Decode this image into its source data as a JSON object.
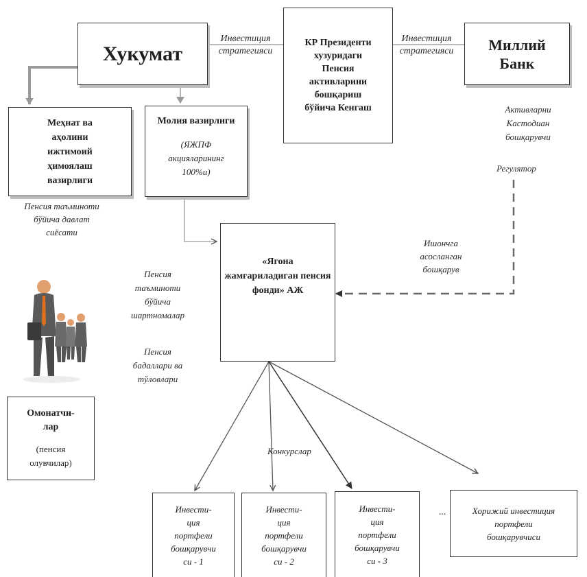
{
  "boxes": {
    "government": "Хукумат",
    "council": "КР Президенти\nхузуридаги\nПенсия\nактивларини\nбошқариш\nбўйича Кенгаш",
    "bank": "Миллий\nБанк",
    "labor_ministry": "Меҳнат ва\nаҳолини\nижтимоий\nҳимоялаш\nвазирлиги",
    "finance_ministry_title": "Молия вазирлиги",
    "finance_ministry_note": "(ЯЖПФ\nакцияларининг\n100%и)",
    "fund": "«Ягона\nжамғариладиган пенсия\nфонди» АЖ",
    "savers_title": "Омонатчи-\nлар",
    "savers_note": "(пенсия\nолувчилар)",
    "portfolio_1": "Инвести-\nция\nпортфели\nбошқарувчи\nси - 1",
    "portfolio_2": "Инвести-\nция\nпортфели\nбошқарувчи\nси - 2",
    "portfolio_3": "Инвести-\nция\nпортфели\nбошқарувчи\nси - 3",
    "foreign": "Хорижий инвестиция\nпортфели\nбошқарувчиси"
  },
  "labels": {
    "invest_strategy_1": "Инвестиция\nстратегияси",
    "invest_strategy_2": "Инвестиция\nстратегияси",
    "bank_roles": "Активларни\nКастодиан\nбошқарувчи",
    "regulator": "Регулятор",
    "pension_policy": "Пенсия таъминоти\nбўйича давлат\nсиёсати",
    "trust_management": "Ишончга\nасосланган\nбошқарув",
    "pension_contracts": "Пенсия\nтаъминоти\nбўйича\nшартномалар",
    "pension_contributions": "Пенсия\nбадаллари ва\nтўловлари",
    "tenders": "Конкурслар",
    "ellipsis": "..."
  },
  "colors": {
    "line": "#555555",
    "gray_arrow": "#9a9a9a",
    "border": "#333333",
    "suit": "#5a5a5a",
    "skin": "#e2a06e",
    "tie": "#e07020"
  }
}
